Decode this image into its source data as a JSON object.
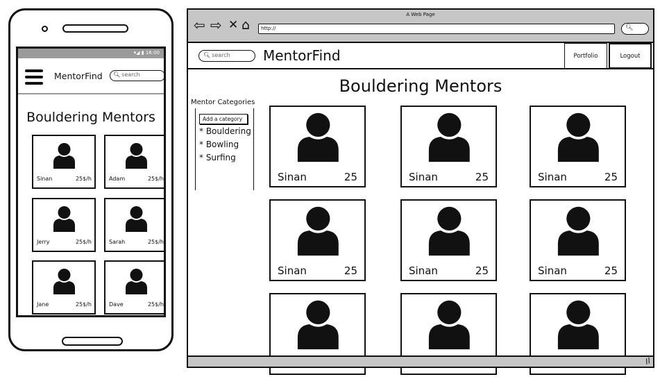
{
  "mobile": {
    "status_icons": "wifi-signal-battery-icons",
    "status_time": "16:00",
    "menu_icon": "hamburger-menu-icon",
    "brand": "MentorFind",
    "search_placeholder": "search",
    "heading": "Bouldering Mentors",
    "mentors": [
      {
        "name": "Sinan",
        "rate": "25$/h"
      },
      {
        "name": "Adam",
        "rate": "25$/h"
      },
      {
        "name": "Jerry",
        "rate": "25$/h"
      },
      {
        "name": "Sarah",
        "rate": "25$/h"
      },
      {
        "name": "Jane",
        "rate": "25$/h"
      },
      {
        "name": "Dave",
        "rate": "25$/h"
      }
    ]
  },
  "browser": {
    "window_title": "A Web Page",
    "address": "http://",
    "nav_icons": [
      "back-arrow-icon",
      "forward-arrow-icon",
      "close-x-icon",
      "home-icon"
    ],
    "brand": "MentorFind",
    "search_placeholder": "search",
    "nav_buttons": {
      "portfolio": "Portfolio",
      "logout": "Logout"
    },
    "heading": "Bouldering Mentors",
    "categories": {
      "title": "Mentor Categories",
      "add_label": "Add a category",
      "items": [
        "* Bouldering",
        "* Bowling",
        "* Surfing"
      ]
    },
    "mentors": [
      {
        "name": "Sinan",
        "rate": "25"
      },
      {
        "name": "Sinan",
        "rate": "25"
      },
      {
        "name": "Sinan",
        "rate": "25"
      },
      {
        "name": "Sinan",
        "rate": "25"
      },
      {
        "name": "Sinan",
        "rate": "25"
      },
      {
        "name": "Sinan",
        "rate": "25"
      },
      {
        "name": "",
        "rate": ""
      },
      {
        "name": "",
        "rate": ""
      },
      {
        "name": "",
        "rate": ""
      }
    ]
  },
  "colors": {
    "ink": "#111111",
    "chrome": "#c6c6c6",
    "status_bar": "#9a9a9a"
  }
}
